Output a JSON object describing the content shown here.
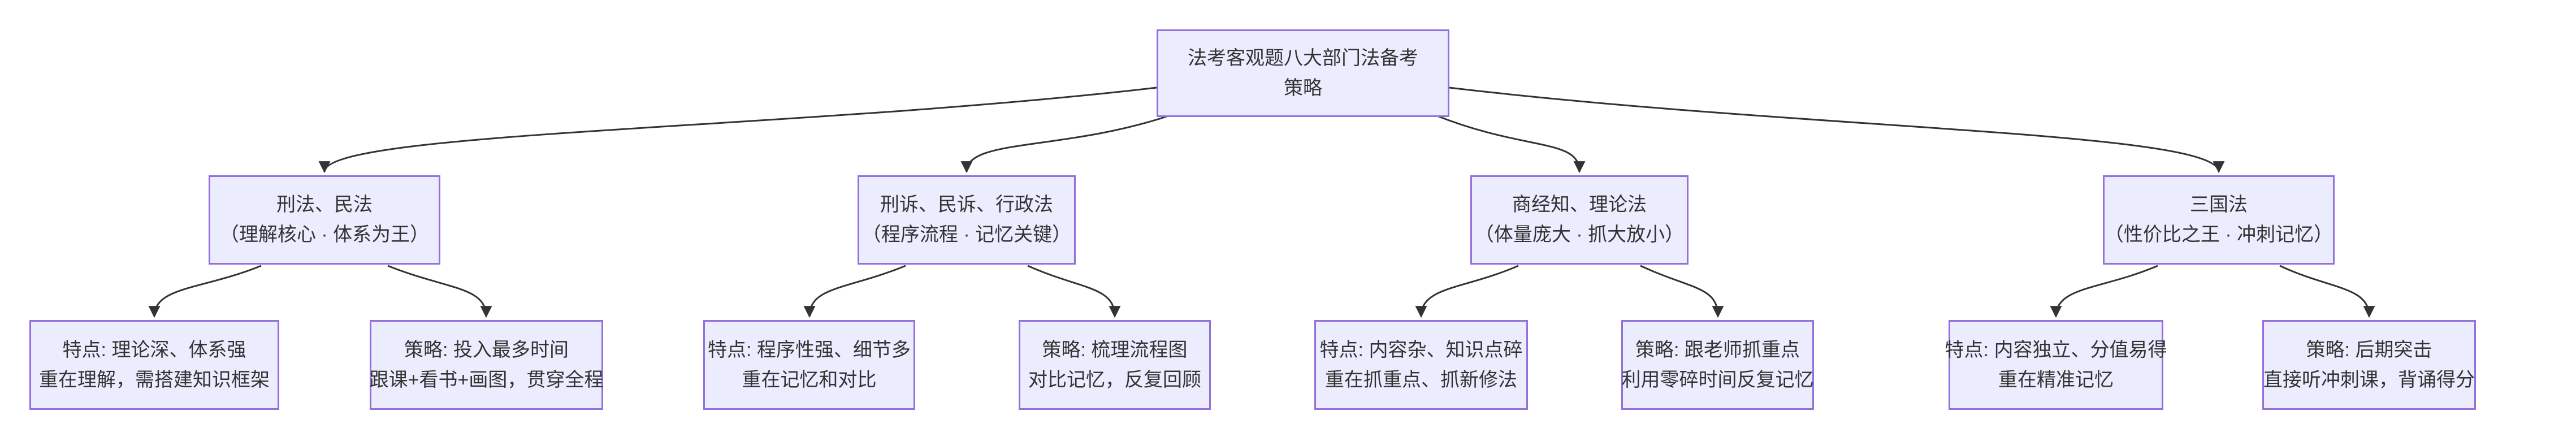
{
  "diagram": {
    "root": {
      "line1": "法考客观题八大部门法备考",
      "line2": "策略"
    },
    "branches": [
      {
        "title": "刑法、民法",
        "subtitle": "（理解核心 · 体系为王）",
        "feature": {
          "line1": "特点: 理论深、体系强",
          "line2": "重在理解，需搭建知识框架"
        },
        "strategy": {
          "line1": "策略: 投入最多时间",
          "line2": "跟课+看书+画图，贯穿全程"
        }
      },
      {
        "title": "刑诉、民诉、行政法",
        "subtitle": "（程序流程 · 记忆关键）",
        "feature": {
          "line1": "特点: 程序性强、细节多",
          "line2": "重在记忆和对比"
        },
        "strategy": {
          "line1": "策略: 梳理流程图",
          "line2": "对比记忆，反复回顾"
        }
      },
      {
        "title": "商经知、理论法",
        "subtitle": "（体量庞大 · 抓大放小）",
        "feature": {
          "line1": "特点: 内容杂、知识点碎",
          "line2": "重在抓重点、抓新修法"
        },
        "strategy": {
          "line1": "策略: 跟老师抓重点",
          "line2": "利用零碎时间反复记忆"
        }
      },
      {
        "title": "三国法",
        "subtitle": "（性价比之王 · 冲刺记忆）",
        "feature": {
          "line1": "特点: 内容独立、分值易得",
          "line2": "重在精准记忆"
        },
        "strategy": {
          "line1": "策略: 后期突击",
          "line2": "直接听冲刺课，背诵得分"
        }
      }
    ],
    "colors": {
      "node_fill": "#ECECFF",
      "node_border": "#9370DB",
      "edge": "#333333",
      "text": "#333333",
      "background": "#FFFFFF"
    }
  }
}
